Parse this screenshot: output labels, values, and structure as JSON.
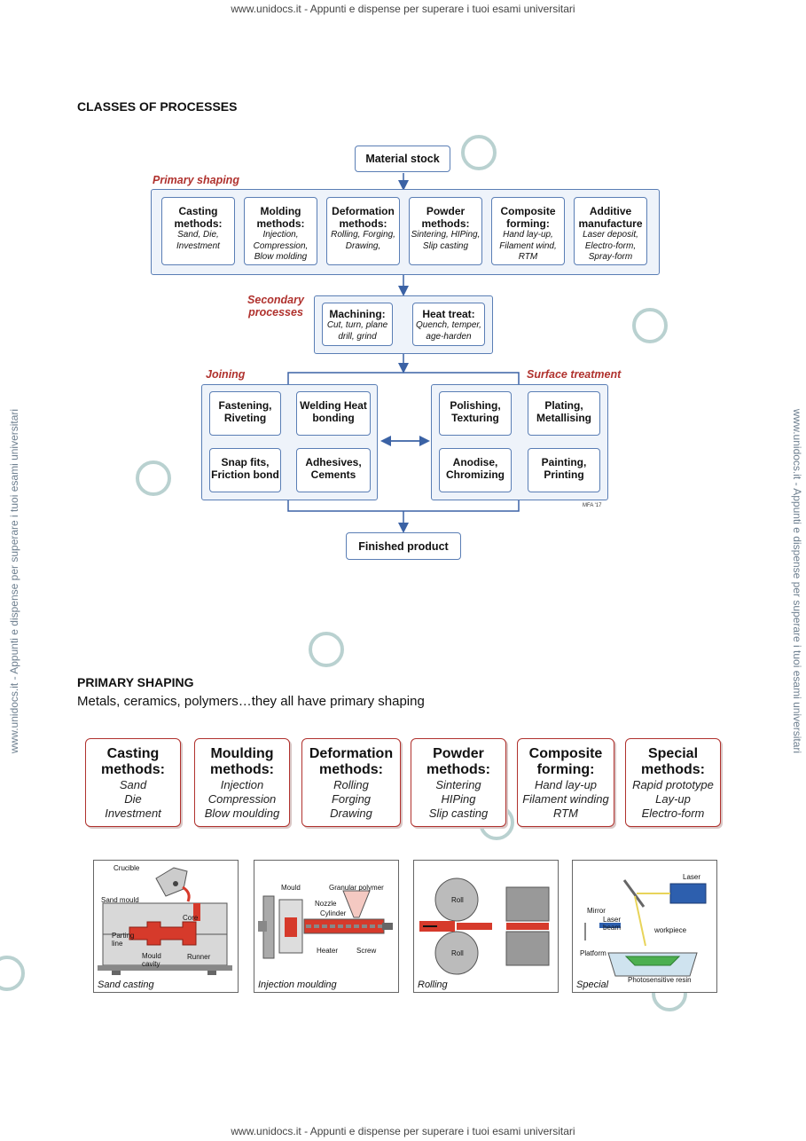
{
  "watermark": {
    "top": "www.unidocs.it - Appunti e dispense per superare i tuoi esami universitari",
    "bottom": "www.unidocs.it - Appunti e dispense per superare i tuoi esami universitari",
    "left": "www.unidocs.it - Appunti e dispense per superare i tuoi esami universitari",
    "right": "www.unidocs.it - Appunti e dispense per superare i tuoi esami universitari"
  },
  "section1": {
    "heading": "CLASSES OF PROCESSES"
  },
  "flow": {
    "material_stock": "Material stock",
    "finished_product": "Finished product",
    "primary_label": "Primary shaping",
    "secondary_label": "Secondary processes",
    "joining_label": "Joining",
    "surface_label": "Surface treatment",
    "credit": "MFA '17",
    "primary": [
      {
        "title": "Casting methods:",
        "items": "Sand, Die, Investment"
      },
      {
        "title": "Molding methods:",
        "items": "Injection, Compression, Blow molding"
      },
      {
        "title": "Deformation methods:",
        "items": "Rolling, Forging, Drawing,"
      },
      {
        "title": "Powder methods:",
        "items": "Sintering, HIPing, Slip casting"
      },
      {
        "title": "Composite forming:",
        "items": "Hand lay-up, Filament wind, RTM"
      },
      {
        "title": "Additive manufacture",
        "items": "Laser deposit, Electro-form, Spray-form"
      }
    ],
    "secondary": [
      {
        "title": "Machining:",
        "items": "Cut, turn, plane drill, grind"
      },
      {
        "title": "Heat treat:",
        "items": "Quench, temper, age-harden"
      }
    ],
    "joining": [
      "Fastening, Riveting",
      "Welding Heat bonding",
      "Snap fits, Friction bond",
      "Adhesives, Cements"
    ],
    "surface": [
      "Polishing, Texturing",
      "Plating, Metallising",
      "Anodise, Chromizing",
      "Painting, Printing"
    ]
  },
  "section2": {
    "heading": "PRIMARY SHAPING",
    "text": "Metals, ceramics, polymers…they all have primary shaping"
  },
  "methods": [
    {
      "title": "Casting methods:",
      "items": [
        "Sand",
        "Die",
        "Investment"
      ]
    },
    {
      "title": "Moulding methods:",
      "items": [
        "Injection",
        "Compression",
        "Blow moulding"
      ]
    },
    {
      "title": "Deformation methods:",
      "items": [
        "Rolling",
        "Forging",
        "Drawing"
      ]
    },
    {
      "title": "Powder methods:",
      "items": [
        "Sintering",
        "HIPing",
        "Slip casting"
      ]
    },
    {
      "title": "Composite forming:",
      "items": [
        "Hand lay-up",
        "Filament winding",
        "RTM"
      ]
    },
    {
      "title": "Special methods:",
      "items": [
        "Rapid prototype",
        "Lay-up",
        "Electro-form"
      ]
    }
  ],
  "illustrations": {
    "sand": {
      "caption": "Sand casting",
      "crucible": "Crucible",
      "mould": "Sand mould",
      "core": "Core",
      "parting": "Parting line",
      "cavity": "Mould cavity",
      "runner": "Runner"
    },
    "injection": {
      "caption": "Injection moulding",
      "mould": "Mould",
      "polymer": "Granular polymer",
      "nozzle": "Nozzle",
      "cylinder": "Cylinder",
      "heater": "Heater",
      "screw": "Screw"
    },
    "rolling": {
      "caption": "Rolling",
      "roll1": "Roll",
      "roll2": "Roll"
    },
    "special": {
      "caption": "Special",
      "laser": "Laser",
      "mirror": "Mirror",
      "beam": "Laser beam",
      "workpiece": "workpiece",
      "platform": "Platform",
      "resin": "Photosensitive resin"
    }
  }
}
